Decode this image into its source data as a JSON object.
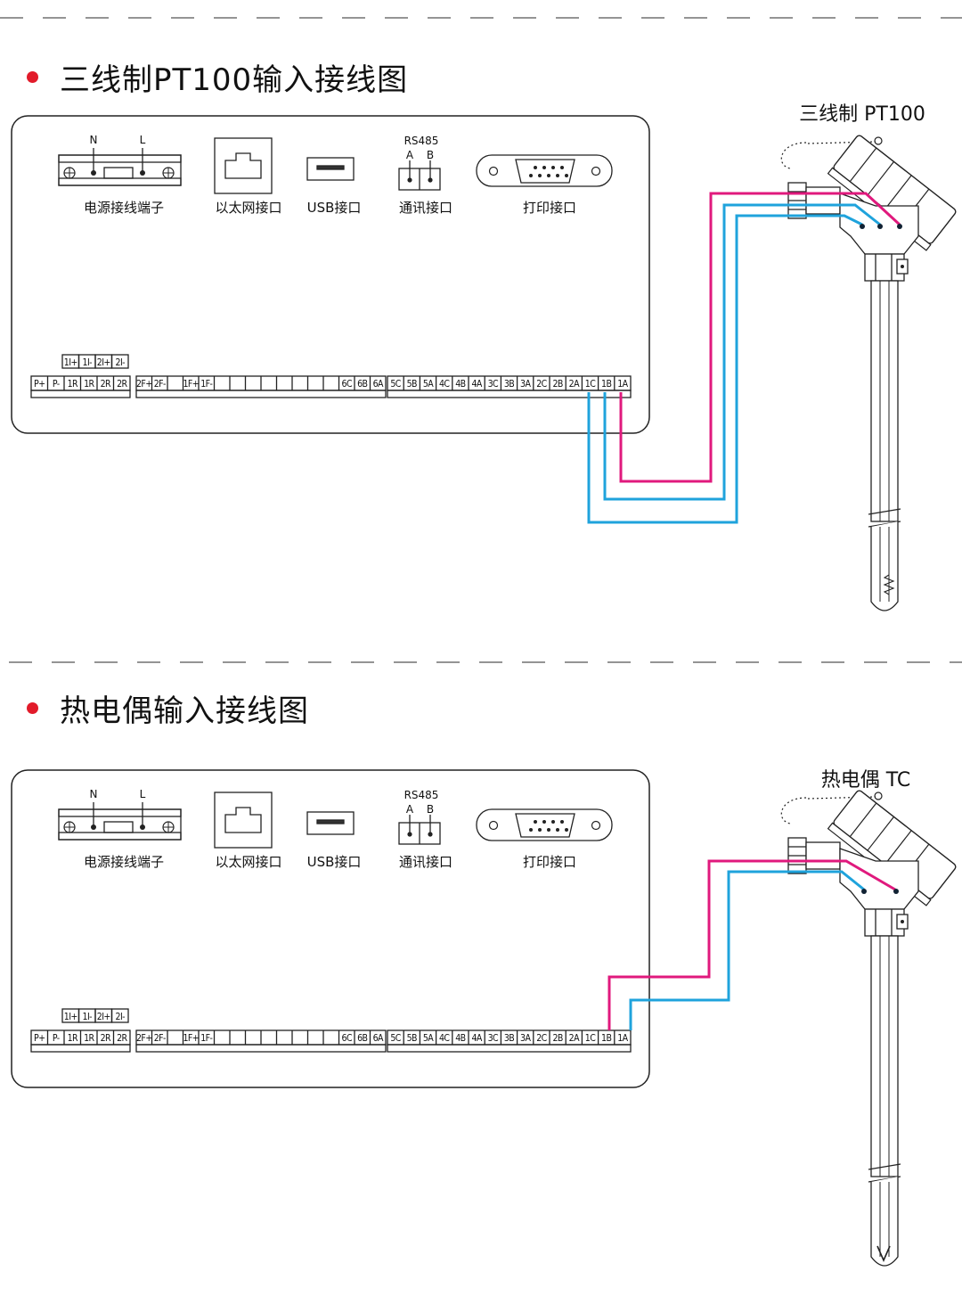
{
  "sections": [
    {
      "title": "三线制PT100输入接线图",
      "probe_label": "三线制 PT100",
      "sensor_type": "rtd",
      "wires": 3
    },
    {
      "title": "热电偶输入接线图",
      "probe_label": "热电偶 TC",
      "sensor_type": "thermocouple",
      "wires": 2
    }
  ],
  "panel": {
    "power_label": "电源接线端子",
    "power_n": "N",
    "power_l": "L",
    "ethernet_label": "以太网接口",
    "usb_label": "USB接口",
    "comm_label": "通讯接口",
    "rs485": "RS485",
    "rs485_a": "A",
    "rs485_b": "B",
    "print_label": "打印接口",
    "top_terminals": [
      "1I+",
      "1I-",
      "2I+",
      "2I-"
    ],
    "left_terminals": [
      "P+",
      "P-",
      "1R",
      "1R",
      "2R",
      "2R"
    ],
    "mid_terminals": [
      "2F+",
      "2F-",
      "",
      "1F+",
      "1F-",
      "",
      "",
      "",
      "",
      "",
      "",
      "",
      "",
      "6C",
      "6B",
      "6A"
    ],
    "right_terminals": [
      "5C",
      "5B",
      "5A",
      "4C",
      "4B",
      "4A",
      "3C",
      "3B",
      "3A",
      "2C",
      "2B",
      "2A",
      "1C",
      "1B",
      "1A"
    ]
  },
  "colors": {
    "bullet": "#e21b2a",
    "wire_magenta": "#e0197d",
    "wire_blue": "#1fa3dc",
    "line": "#222222"
  }
}
